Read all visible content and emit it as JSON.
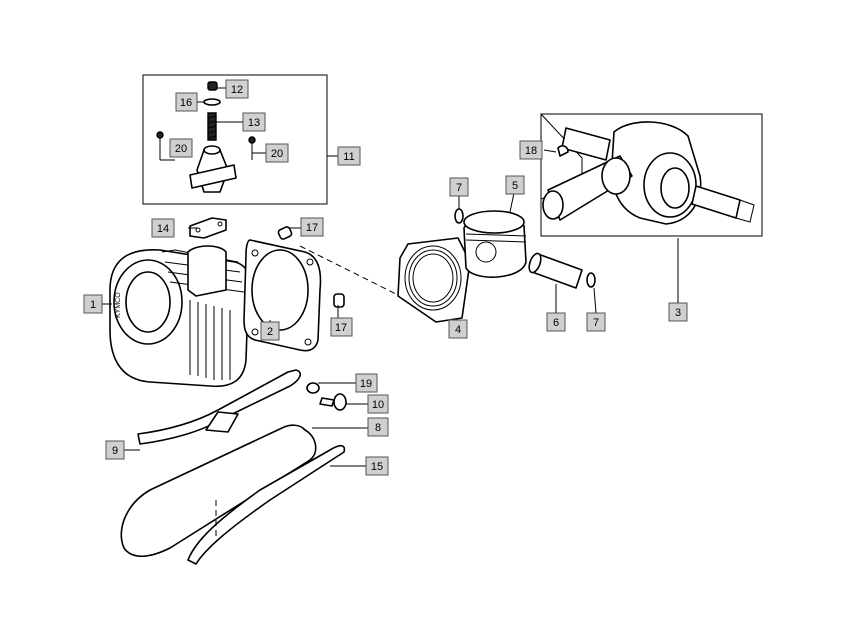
{
  "callouts": [
    {
      "id": "c1",
      "label": "1"
    },
    {
      "id": "c2",
      "label": "2"
    },
    {
      "id": "c3",
      "label": "3"
    },
    {
      "id": "c4",
      "label": "4"
    },
    {
      "id": "c5",
      "label": "5"
    },
    {
      "id": "c6",
      "label": "6"
    },
    {
      "id": "c7a",
      "label": "7"
    },
    {
      "id": "c7b",
      "label": "7"
    },
    {
      "id": "c8",
      "label": "8"
    },
    {
      "id": "c9",
      "label": "9"
    },
    {
      "id": "c10",
      "label": "10"
    },
    {
      "id": "c11",
      "label": "11"
    },
    {
      "id": "c12",
      "label": "12"
    },
    {
      "id": "c13",
      "label": "13"
    },
    {
      "id": "c14",
      "label": "14"
    },
    {
      "id": "c15",
      "label": "15"
    },
    {
      "id": "c16",
      "label": "16"
    },
    {
      "id": "c17a",
      "label": "17"
    },
    {
      "id": "c17b",
      "label": "17"
    },
    {
      "id": "c18",
      "label": "18"
    },
    {
      "id": "c19",
      "label": "19"
    },
    {
      "id": "c20a",
      "label": "20"
    },
    {
      "id": "c20b",
      "label": "20"
    }
  ],
  "cylinder_brand": "KYMCO"
}
